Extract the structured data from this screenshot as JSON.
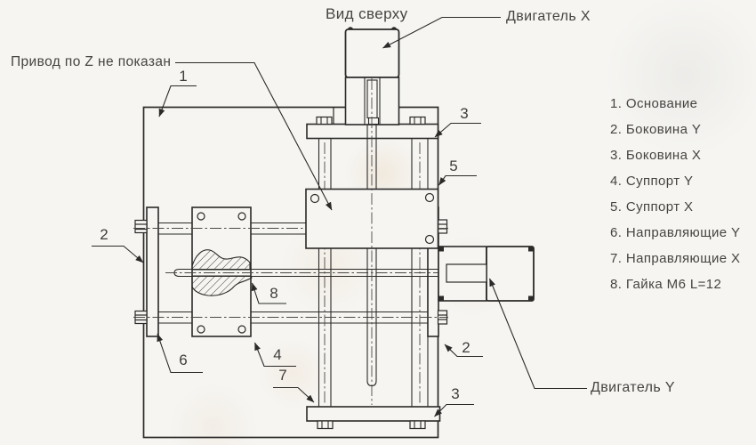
{
  "drawing": {
    "title": "Вид сверху",
    "note_z": "Привод по Z не показан",
    "motor_x_label": "Двигатель X",
    "motor_y_label": "Двигатель Y"
  },
  "callouts": {
    "base": "1",
    "side_y_left": "2",
    "side_x_top": "3",
    "support_y": "4",
    "support_x": "5",
    "guides_y": "6",
    "guides_x": "7",
    "nut": "8",
    "side_y_right": "2",
    "side_x_bottom": "3"
  },
  "parts_list": {
    "items": [
      {
        "label": "1. Основание"
      },
      {
        "label": "2. Боковина Y"
      },
      {
        "label": "3. Боковина X"
      },
      {
        "label": "4. Суппорт Y"
      },
      {
        "label": "5. Суппорт X"
      },
      {
        "label": "6. Направляющие Y"
      },
      {
        "label": "7. Направляющие X"
      },
      {
        "label": "8. Гайка M6 L=12"
      }
    ]
  },
  "colors": {
    "line": "#2b2a28",
    "text": "#454441",
    "paper": "#f6f5f2"
  }
}
